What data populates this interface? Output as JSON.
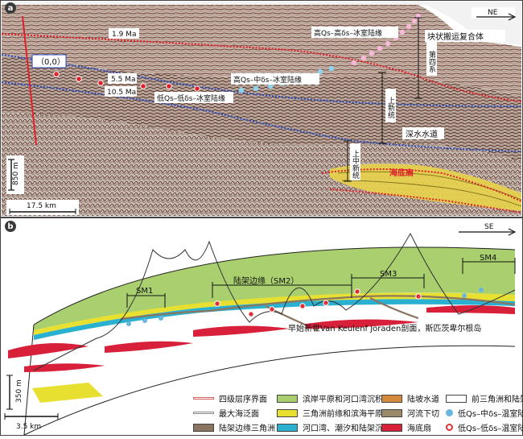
{
  "panel_a": {
    "label": "a",
    "direction": "NE",
    "origin": "（0,0）",
    "ages": {
      "ma19": "1.9 Ma",
      "ma55": "5.5 Ma",
      "ma105": "10.5 Ma"
    },
    "units": {
      "block": "块状搬运复合体",
      "quaternary": "第四系",
      "pliocene": "上新统",
      "upper_miocene": "上中新统",
      "channel": "深水水道",
      "fan": "海底扇"
    },
    "margins": {
      "high": "高Qs–高δs–冰室陆缘",
      "mid": "高Qs–中δs–冰室陆缘",
      "low": "低Qs–低δs–冰室陆缘"
    },
    "vscale": "850 m",
    "hscale": "17.5 km"
  },
  "panel_b": {
    "label": "b",
    "direction": "SE",
    "sequences": {
      "sm1": "SM1",
      "sm2": "陆架边缘（SM2）",
      "sm3": "SM3",
      "sm4": "SM4"
    },
    "caption": "早始新世Van Keulenf Joraden剖面，斯匹茨卑尔根岛",
    "vscale": "350 m",
    "hscale": "3.5 km"
  },
  "legend": [
    {
      "label": "四级层序界面",
      "color": "#d06060"
    },
    {
      "label": "滨岸平原和河口湾沉积",
      "color": "#a9cf6f"
    },
    {
      "label": "陆坡水道",
      "color": "#d48a3a"
    },
    {
      "label": "前三角洲和陆架泥",
      "color": "#ffffff"
    },
    {
      "label": "最大海泛面",
      "color": "#888888"
    },
    {
      "label": "三角洲前缘和滨海平原",
      "color": "#e8e030"
    },
    {
      "label": "河流下切",
      "color": "#9b8a6a"
    },
    {
      "label": "低Qs–中δs–温室陆缘",
      "color": "#6bb6de"
    },
    {
      "label": "陆架边缘三角洲",
      "color": "#8a7560"
    },
    {
      "label": "河口湾、潮汐和陆架沉积",
      "color": "#2ab0d0"
    },
    {
      "label": "海底扇",
      "color": "#d8203a"
    },
    {
      "label": "低Qs–低δs–温室陆缘",
      "color": "#e0303a"
    }
  ]
}
